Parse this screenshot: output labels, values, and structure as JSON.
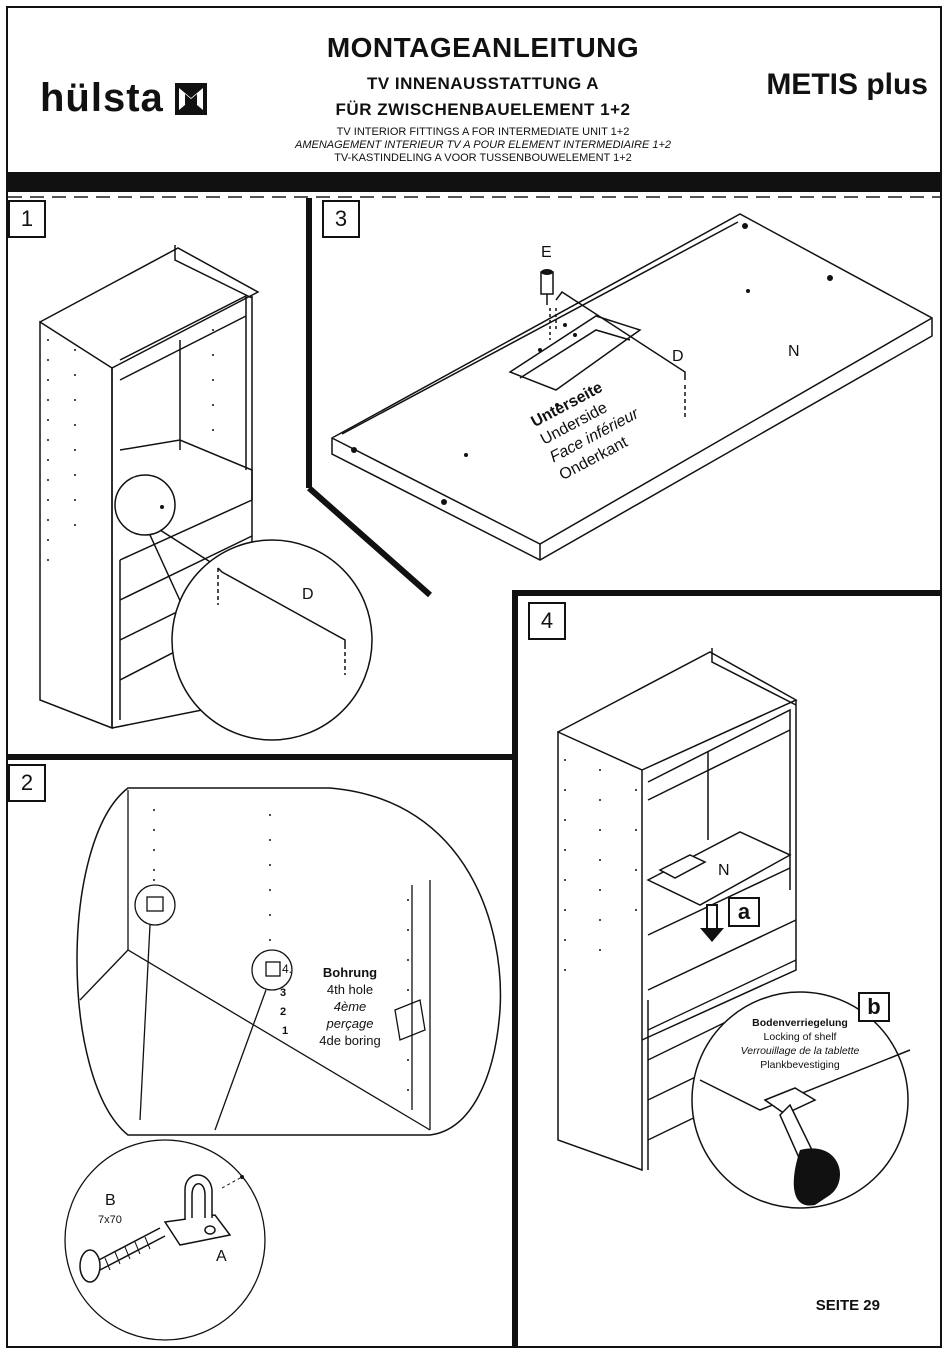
{
  "header": {
    "brand": "hülsta",
    "title": "MONTAGEANLEITUNG",
    "subtitle_1": "TV INNENAUSSTATTUNG A",
    "subtitle_2": "FÜR ZWISCHENBAUELEMENT 1+2",
    "line_en": "TV INTERIOR FITTINGS A FOR INTERMEDIATE UNIT 1+2",
    "line_fr": "AMENAGEMENT INTERIEUR TV A  POUR ELEMENT INTERMEDIAIRE 1+2",
    "line_nl": "TV-KASTINDELING A VOOR TUSSENBOUWELEMENT 1+2",
    "product": "METIS plus"
  },
  "steps": [
    {
      "number": "1",
      "labels": {
        "d": "D"
      }
    },
    {
      "number": "2",
      "labels": {
        "hole_title": "Bohrung",
        "hole_en": "4th hole",
        "hole_fr": "4ème perçage",
        "hole_nl": "4de boring",
        "n4": "4.",
        "n3": "3",
        "n2": "2",
        "n1": "1",
        "b": "B",
        "b_size": "7x70",
        "a": "A"
      }
    },
    {
      "number": "3",
      "labels": {
        "e": "E",
        "d": "D",
        "n": "N",
        "side_de": "Unterseite",
        "side_en": "Underside",
        "side_fr": "Face inférieur",
        "side_nl": "Onderkant"
      }
    },
    {
      "number": "4",
      "labels": {
        "n": "N",
        "a": "a",
        "b": "b",
        "lock_de": "Bodenverriegelung",
        "lock_en": "Locking of shelf",
        "lock_fr": "Verrouillage de la tablette",
        "lock_nl": "Plankbevestiging"
      }
    }
  ],
  "footer": {
    "page": "SEITE 29"
  },
  "icons": [
    "hulsta-logo-icon",
    "arrow-down-icon",
    "screwdriver-icon",
    "screw-icon",
    "bracket-icon",
    "dowel-icon"
  ]
}
